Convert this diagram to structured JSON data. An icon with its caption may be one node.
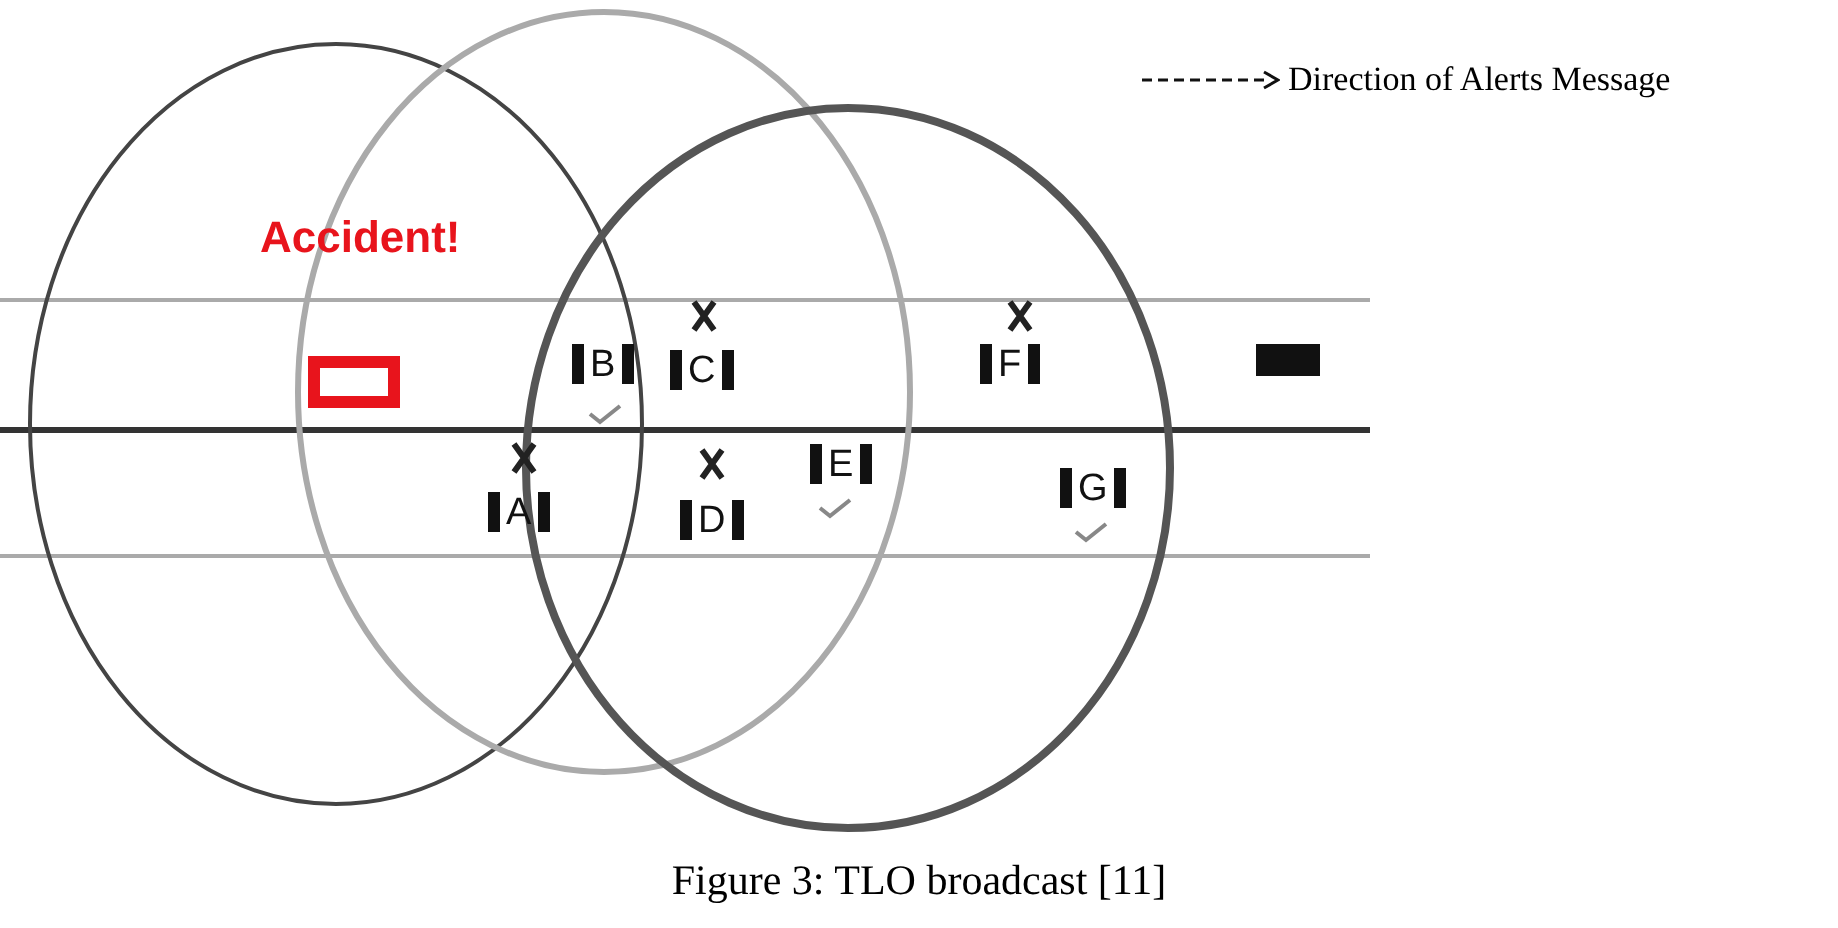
{
  "diagram": {
    "caption": "Figure 3: TLO broadcast [11]",
    "nodes": [
      {
        "text": [],
        "shape": "box"
      },
      {
        "text": [
          "A"
        ]
      },
      {
        "text": [
          "B"
        ]
      },
      {
        "text": [
          "C"
        ]
      },
      {
        "text": [
          "D"
        ]
      },
      {
        "text": [
          "E"
        ]
      },
      {
        "text": [
          "F"
        ]
      },
      {
        "text": [
          "G"
        ]
      },
      {
        "text": [],
        "shape": "box"
      }
    ],
    "labels": [
      "Accident!"
    ],
    "legend": [
      {
        "text": "Direction of Alerts Message"
      }
    ]
  }
}
